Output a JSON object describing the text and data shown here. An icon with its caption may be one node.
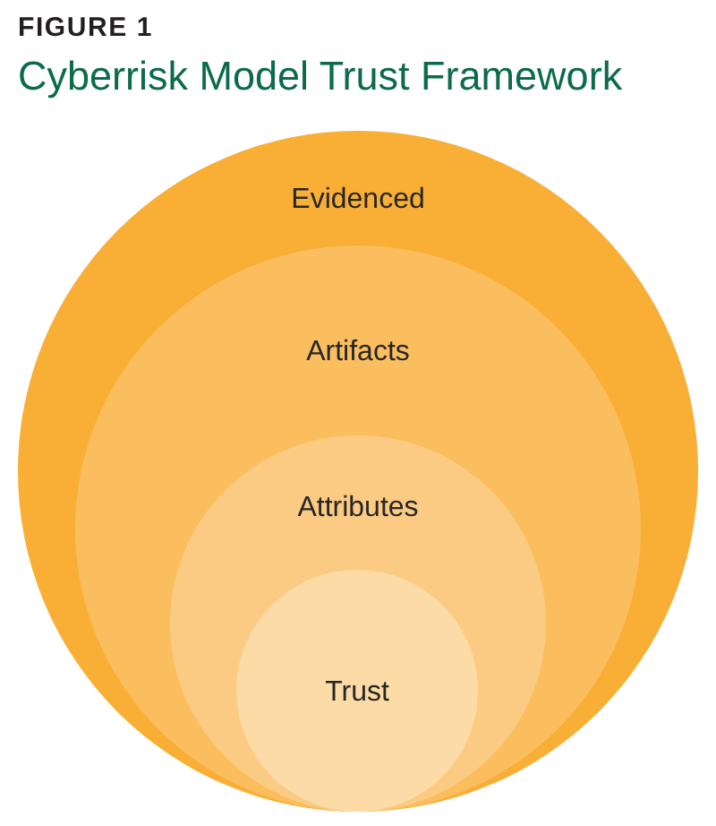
{
  "diagram": {
    "title": "Cyberrisk Model Trust Framework",
    "nodes": [
      {
        "text": [
          "Evidenced"
        ]
      },
      {
        "text": [
          "Artifacts"
        ],
        "in": 0
      },
      {
        "text": [
          "Attributes"
        ],
        "in": 1
      },
      {
        "text": [
          "Trust"
        ],
        "in": 2
      }
    ],
    "labels": [
      "FIGURE 1"
    ]
  }
}
